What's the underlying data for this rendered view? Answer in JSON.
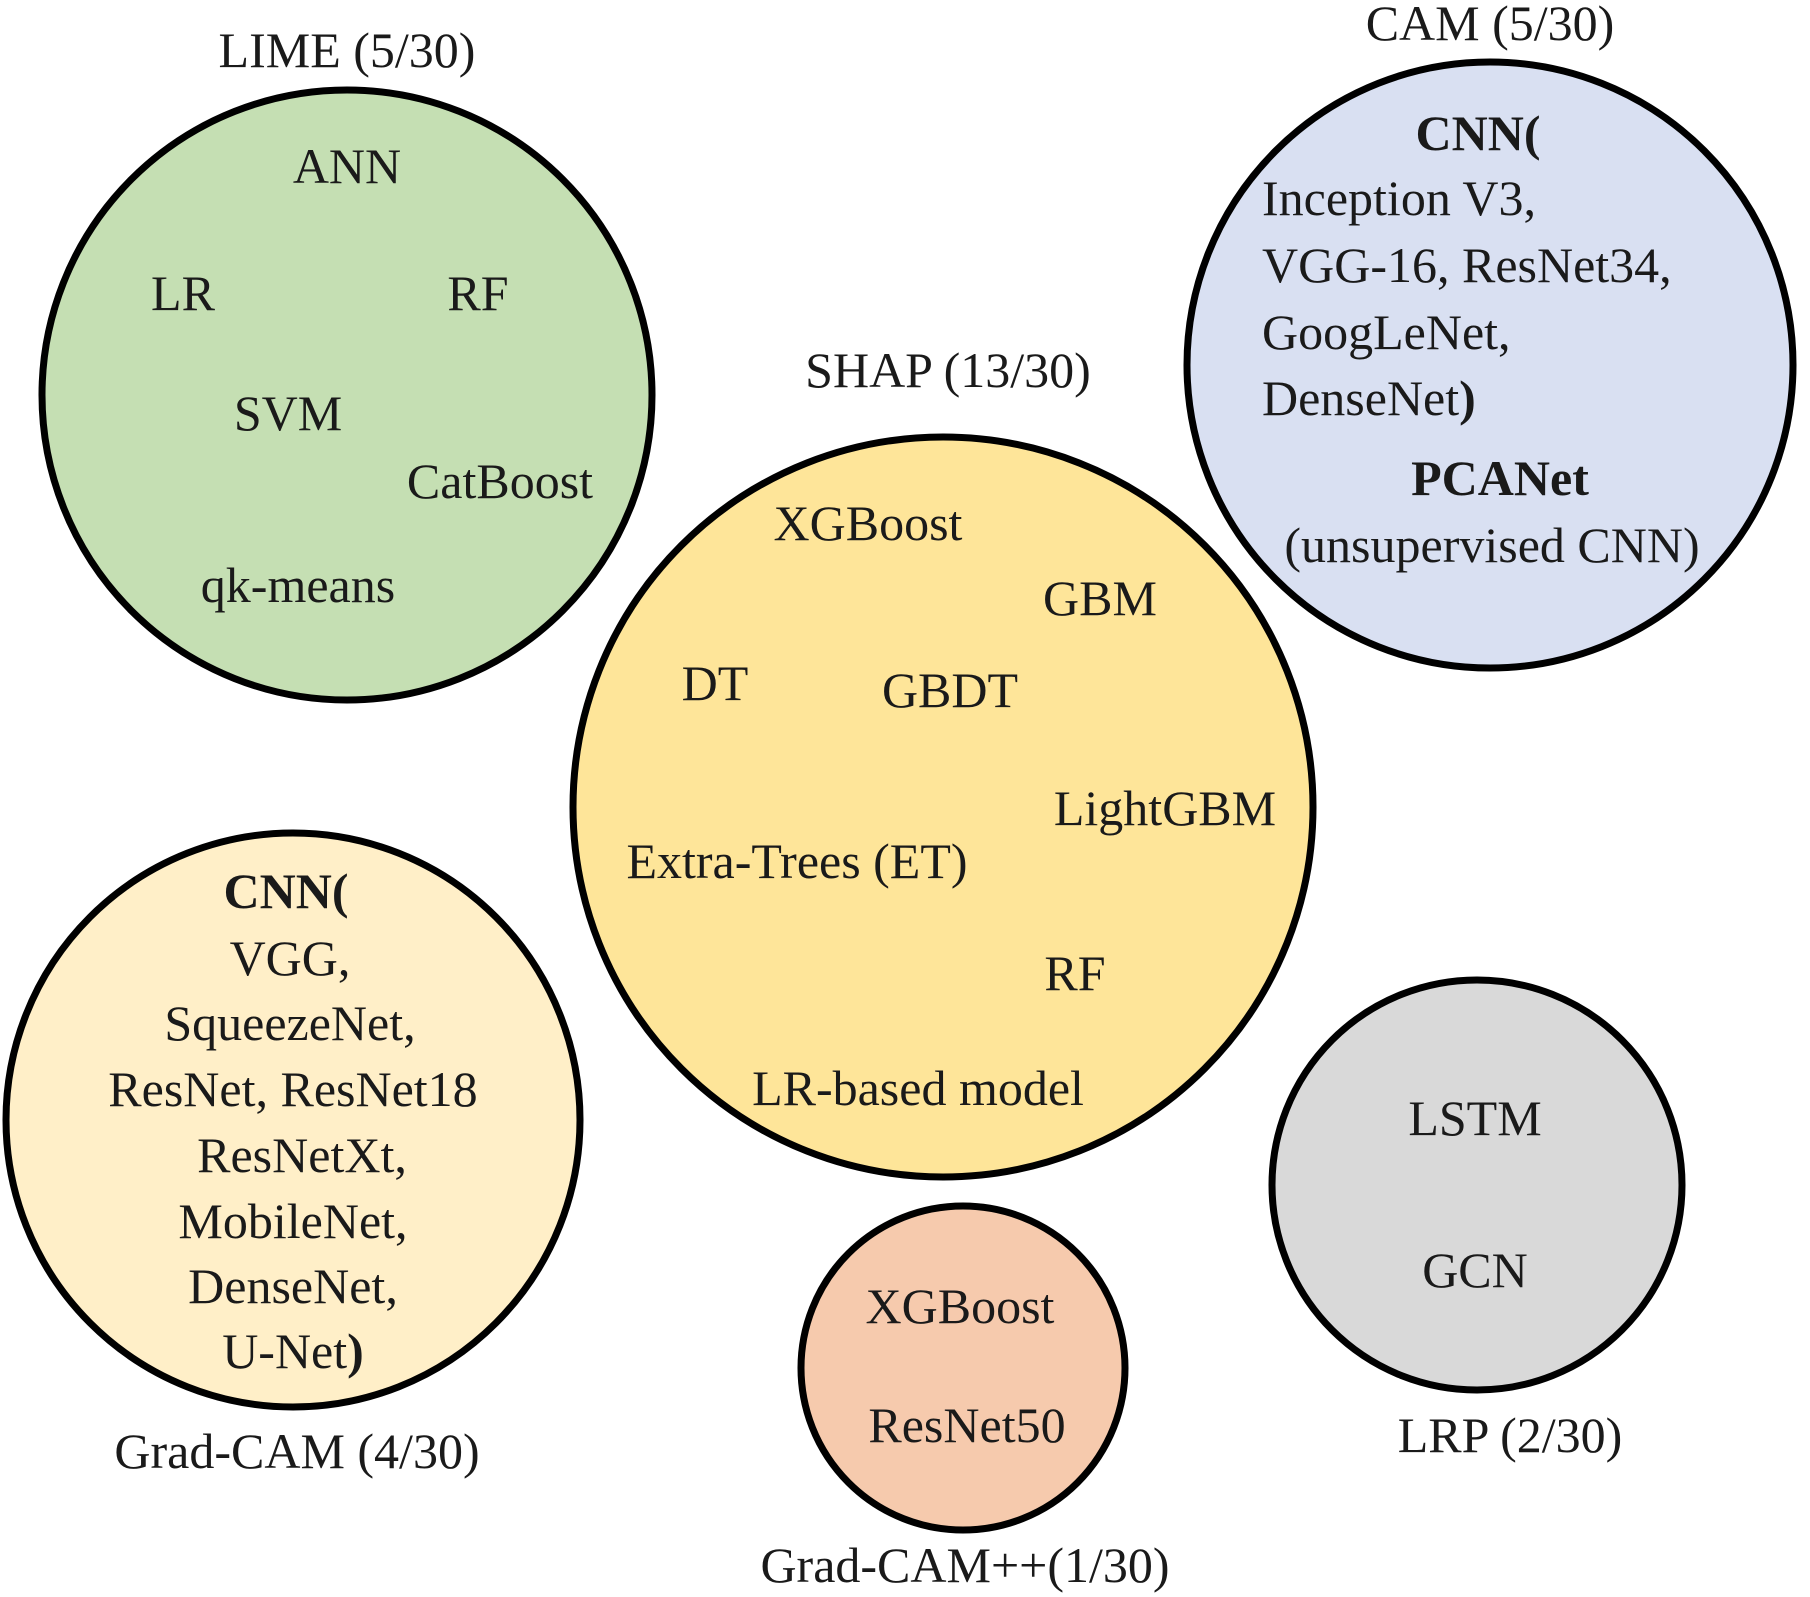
{
  "colors": {
    "lime": "#c5dfb3",
    "cam": "#d9e0f2",
    "shap": "#fee599",
    "gradcam": "#ffefc8",
    "gradcampp": "#f6caad",
    "lrp": "#d9d9d9",
    "stroke": "#000000"
  },
  "groups": {
    "lime": {
      "title": "LIME (5/30)",
      "items": [
        "ANN",
        "LR",
        "RF",
        "SVM",
        "CatBoost",
        "qk-means"
      ]
    },
    "cam": {
      "title": "CAM (5/30)",
      "cnn_header": "CNN(",
      "cnn_line1": "Inception V3,",
      "cnn_line2": "VGG-16, ResNet34,",
      "cnn_line3": "GoogLeNet,",
      "cnn_line4": "DenseNet",
      "cnn_close": ")",
      "pcanet": "PCANet",
      "pcanet_note": "(unsupervised CNN)"
    },
    "shap": {
      "title": "SHAP (13/30)",
      "items": [
        "XGBoost",
        "GBM",
        "DT",
        "GBDT",
        "LightGBM",
        "Extra-Trees (ET)",
        "RF",
        "LR-based model"
      ]
    },
    "gradcam": {
      "title": "Grad-CAM (4/30)",
      "cnn_header": "CNN(",
      "lines": [
        "VGG,",
        "SqueezeNet,",
        "ResNet, ResNet18",
        "ResNetXt,",
        "MobileNet,",
        "DenseNet,"
      ],
      "last_line": "U-Net",
      "close": ")"
    },
    "gradcampp": {
      "title": "Grad-CAM++(1/30)",
      "items": [
        "XGBoost",
        "ResNet50"
      ]
    },
    "lrp": {
      "title": "LRP (2/30)",
      "items": [
        "LSTM",
        "GCN"
      ]
    }
  }
}
